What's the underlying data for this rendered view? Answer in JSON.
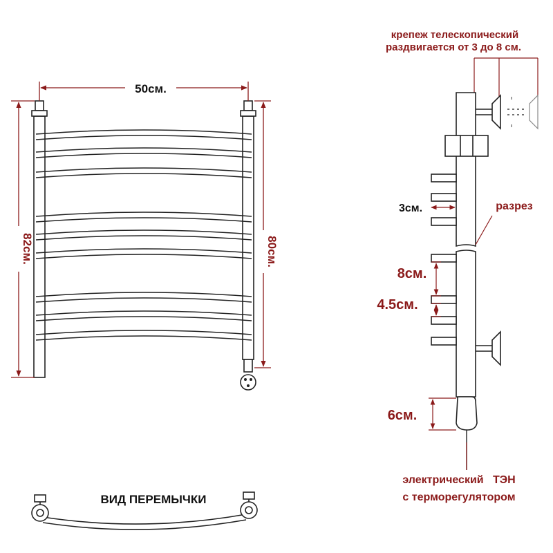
{
  "labels": {
    "width": "50см.",
    "height_total": "82см.",
    "height_axis": "80см.",
    "mount_line1": "крепеж телескопический",
    "mount_line2": "раздвигается от 3 до 8 см.",
    "gap": "3см.",
    "cut": "разрез",
    "spacing_large": "8см.",
    "spacing_small": "4.5см.",
    "heater_len": "6см.",
    "heater_line1": "электрический   ТЭН",
    "heater_line2": "с терморегулятором",
    "jumper_view": "ВИД ПЕРЕМЫЧКИ"
  },
  "colors": {
    "accent": "#8b1a1a",
    "line": "#222222"
  },
  "icons": [
    "wall-mount-icon",
    "heating-element-icon"
  ]
}
